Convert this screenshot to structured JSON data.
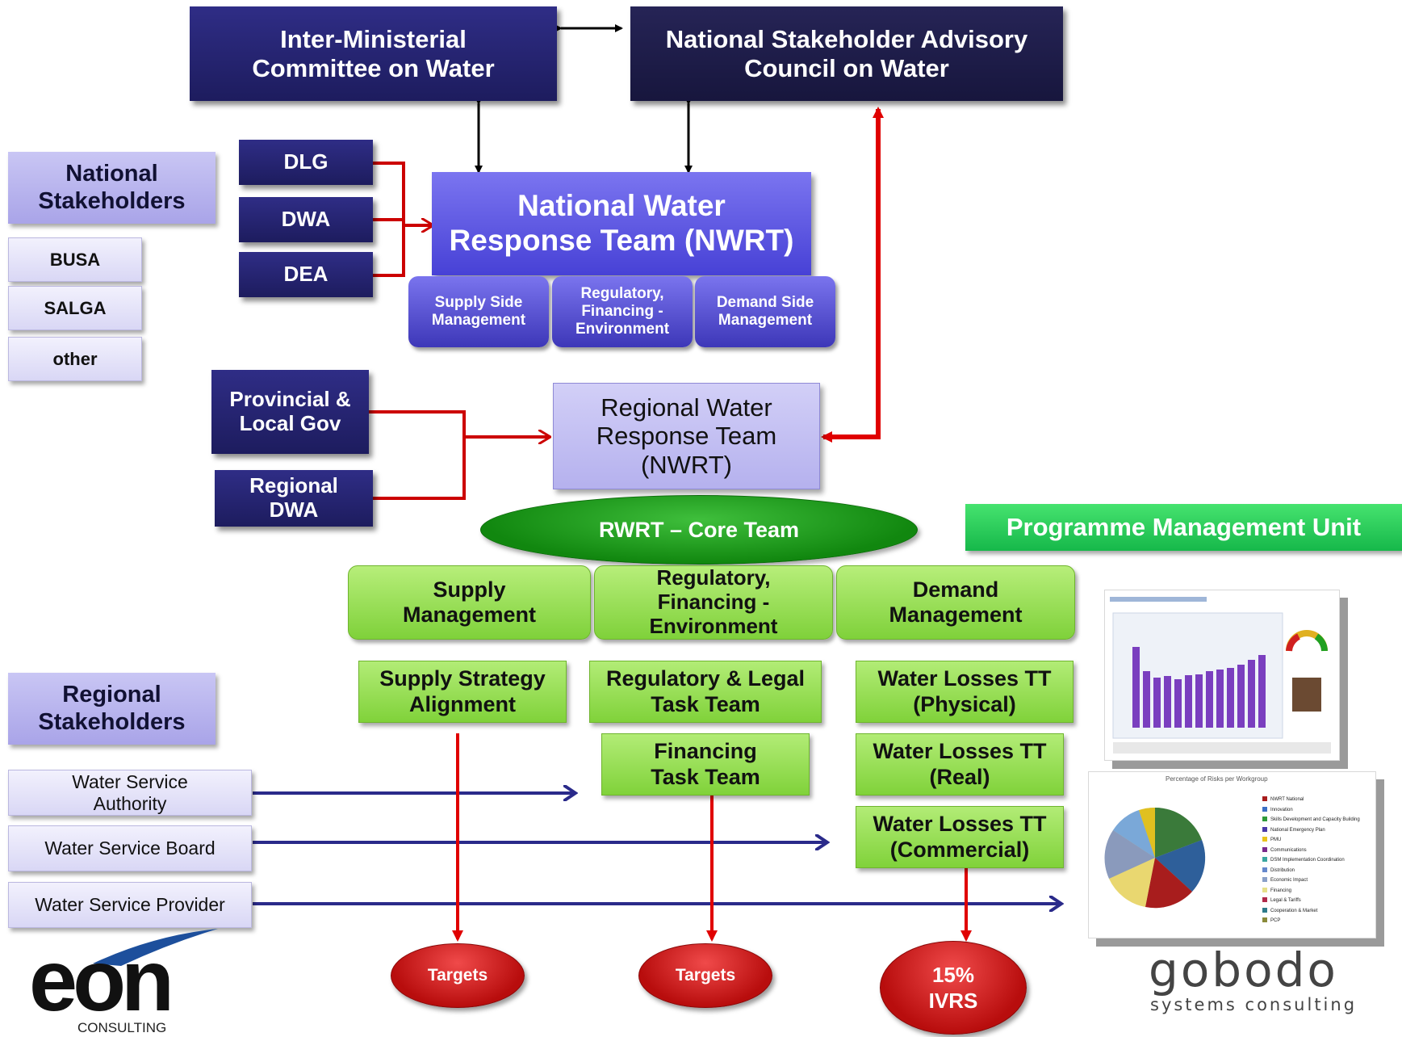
{
  "top": {
    "imc": "Inter-Ministerial\nCommittee on Water",
    "nsac": "National Stakeholder Advisory\nCouncil on Water"
  },
  "national_stakeholders": {
    "title": "National\nStakeholders",
    "items": [
      "BUSA",
      "SALGA",
      "other"
    ]
  },
  "departments": [
    "DLG",
    "DWA",
    "DEA"
  ],
  "nwrt": {
    "title": "National Water\nResponse Team (NWRT)",
    "subs": [
      "Supply Side\nManagement",
      "Regulatory,\nFinancing -\nEnvironment",
      "Demand Side\nManagement"
    ]
  },
  "provincial": [
    "Provincial &\nLocal Gov",
    "Regional\nDWA"
  ],
  "rwrt": {
    "title": "Regional  Water\nResponse Team\n(NWRT)",
    "core": "RWRT – Core Team"
  },
  "pmu": "Programme Management Unit",
  "workstreams": [
    "Supply\nManagement",
    "Regulatory,\nFinancing -\nEnvironment",
    "Demand\nManagement"
  ],
  "task_teams": {
    "supply": [
      "Supply Strategy\nAlignment"
    ],
    "regulatory": [
      "Regulatory & Legal\nTask Team",
      "Financing\nTask Team"
    ],
    "demand": [
      "Water Losses TT\n(Physical)",
      "Water Losses TT\n(Real)",
      "Water Losses TT\n(Commercial)"
    ]
  },
  "regional_stakeholders": {
    "title": "Regional\nStakeholders",
    "items": [
      "Water Service\nAuthority",
      "Water Service Board",
      "Water Service Provider"
    ]
  },
  "outcomes": [
    "Targets",
    "Targets",
    "15%\nIVRS"
  ],
  "logos": {
    "eon": "eon",
    "eon_sub": "CONSULTING",
    "gobodo": "gobodo",
    "gobodo_sub": "systems consulting"
  },
  "thumbnails": {
    "pie_title": "Percentage of Risks per Workgroup",
    "pie_legend": [
      "NWRT National",
      "Innovation",
      "Skills Development and Capacity Building",
      "National Emergency Plan",
      "PMU",
      "Communications",
      "DSM Implementation Coordination",
      "Distribution",
      "Economic Impact",
      "Financing",
      "Legal & Tariffs",
      "Cooperation & Market",
      "PCP"
    ],
    "pie_legend_colors": [
      "#a81d1d",
      "#3b6fc4",
      "#2f9a3a",
      "#4a3aa8",
      "#e9c31c",
      "#7a2b8c",
      "#3aa6a0",
      "#6688cc",
      "#8aa0c8",
      "#e6e08a",
      "#b02a4a",
      "#2e7a8a",
      "#8a8a3a"
    ]
  },
  "colors": {
    "arrow_black": "#000000",
    "arrow_red": "#e00000",
    "arrow_blue": "#2a2a8a"
  }
}
